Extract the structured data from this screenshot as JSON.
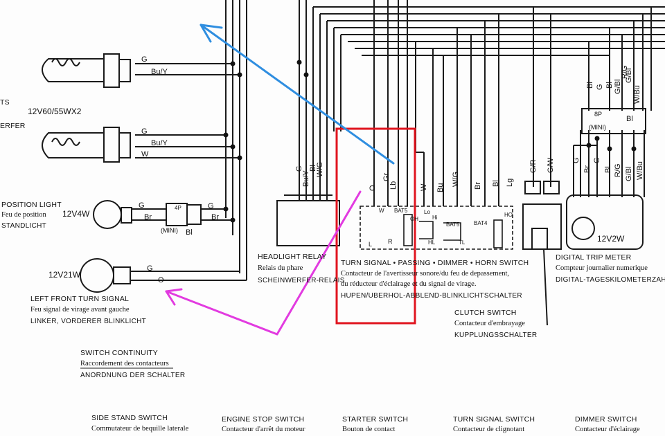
{
  "headlamp": {
    "spec": "12V60/55WX2",
    "frag_ts": "TS",
    "frag_erfer": "ERFER",
    "upper": {
      "g": "G",
      "buy": "Bu/Y"
    },
    "lower": {
      "g": "G",
      "buy": "Bu/Y",
      "w": "W"
    }
  },
  "position_light": {
    "en": "POSITION LIGHT",
    "fr": "Feu de position",
    "de": "STANDLICHT",
    "spec": "12V4W",
    "g": "G",
    "br": "Br",
    "conn": "4P",
    "mini": "(MINI)",
    "bl": "Bl",
    "g2": "G",
    "br2": "Br"
  },
  "turn_signal": {
    "spec": "12V21W",
    "g": "G",
    "o": "O",
    "en": "LEFT FRONT TURN SIGNAL",
    "fr": "Feu signal de virage avant gauche",
    "de": "LINKER, VORDERER BLINKLICHT"
  },
  "relay": {
    "en": "HEADLIGHT RELAY",
    "fr": "Relais du phare",
    "de": "SCHEINWERFER-RELAIS",
    "wires": [
      "G",
      "Bu/Y",
      "Bl",
      "W/G"
    ]
  },
  "handlebar_switch": {
    "en": "TURN SIGNAL • PASSING • DIMMER • HORN SWITCH",
    "fr": "Contacteur de l'avertisseur sonore/du feu de depassement,",
    "fr2": "du réducteur d'éclairage et du signal de virage.",
    "de": "HUPEN/UBERHOL-ABBLEND-BLINKLICHTSCHALTER",
    "wires": [
      "O",
      "Gr",
      "Lb"
    ],
    "wire_w": "W",
    "wires2": [
      "W",
      "Bu",
      "W/G",
      "Br",
      "Bl",
      "Lg"
    ],
    "terms": [
      "L",
      "W",
      "R",
      "BAT5",
      "OH",
      "Lo",
      "Hi",
      "HL",
      "BAT5",
      "TL",
      "BAT4",
      "HO"
    ]
  },
  "clutch_switch": {
    "en": "CLUTCH SWITCH",
    "fr": "Contacteur d'embrayage",
    "de": "KUPPLUNGSSCHALTER",
    "wires": [
      "G/R",
      "G/W"
    ]
  },
  "trip_meter": {
    "en": "DIGITAL TRIP METER",
    "fr": "Compteur journalier numerique",
    "de": "DIGITAL-TAGESKILOMETERZAHLER",
    "spec": "12V2W",
    "conn": "8P",
    "mini": "(MINI)",
    "bl": "Bl",
    "top_wires": [
      "Bl",
      "G",
      "Bl",
      "G/Bl",
      "R/G",
      "G/Bl",
      "W/Bu"
    ],
    "bottom_wires": [
      "G",
      "Br",
      "G",
      "Bl",
      "R/G",
      "G/Bl",
      "W/Bu"
    ]
  },
  "continuity": {
    "en": "SWITCH CONTINUITY",
    "fr": "Raccordement des contacteurs",
    "de": "ANORDNUNG DER SCHALTER"
  },
  "bottom_row": [
    {
      "en": "SIDE STAND SWITCH",
      "fr": "Commutateur de bequille laterale"
    },
    {
      "en": "ENGINE STOP SWITCH",
      "fr": "Contacteur d'arrêt du moteur"
    },
    {
      "en": "STARTER SWITCH",
      "fr": "Bouton de contact"
    },
    {
      "en": "TURN SIGNAL SWITCH",
      "fr": "Contacteur de clignotant"
    },
    {
      "en": "DIMMER SWITCH",
      "fr": "Contacteur d'éclairage"
    }
  ],
  "annotation_colors": {
    "highlight_box": "#e0141e",
    "blue_arrow": "#2f8ee0",
    "magenta_arrow": "#e23be0"
  }
}
